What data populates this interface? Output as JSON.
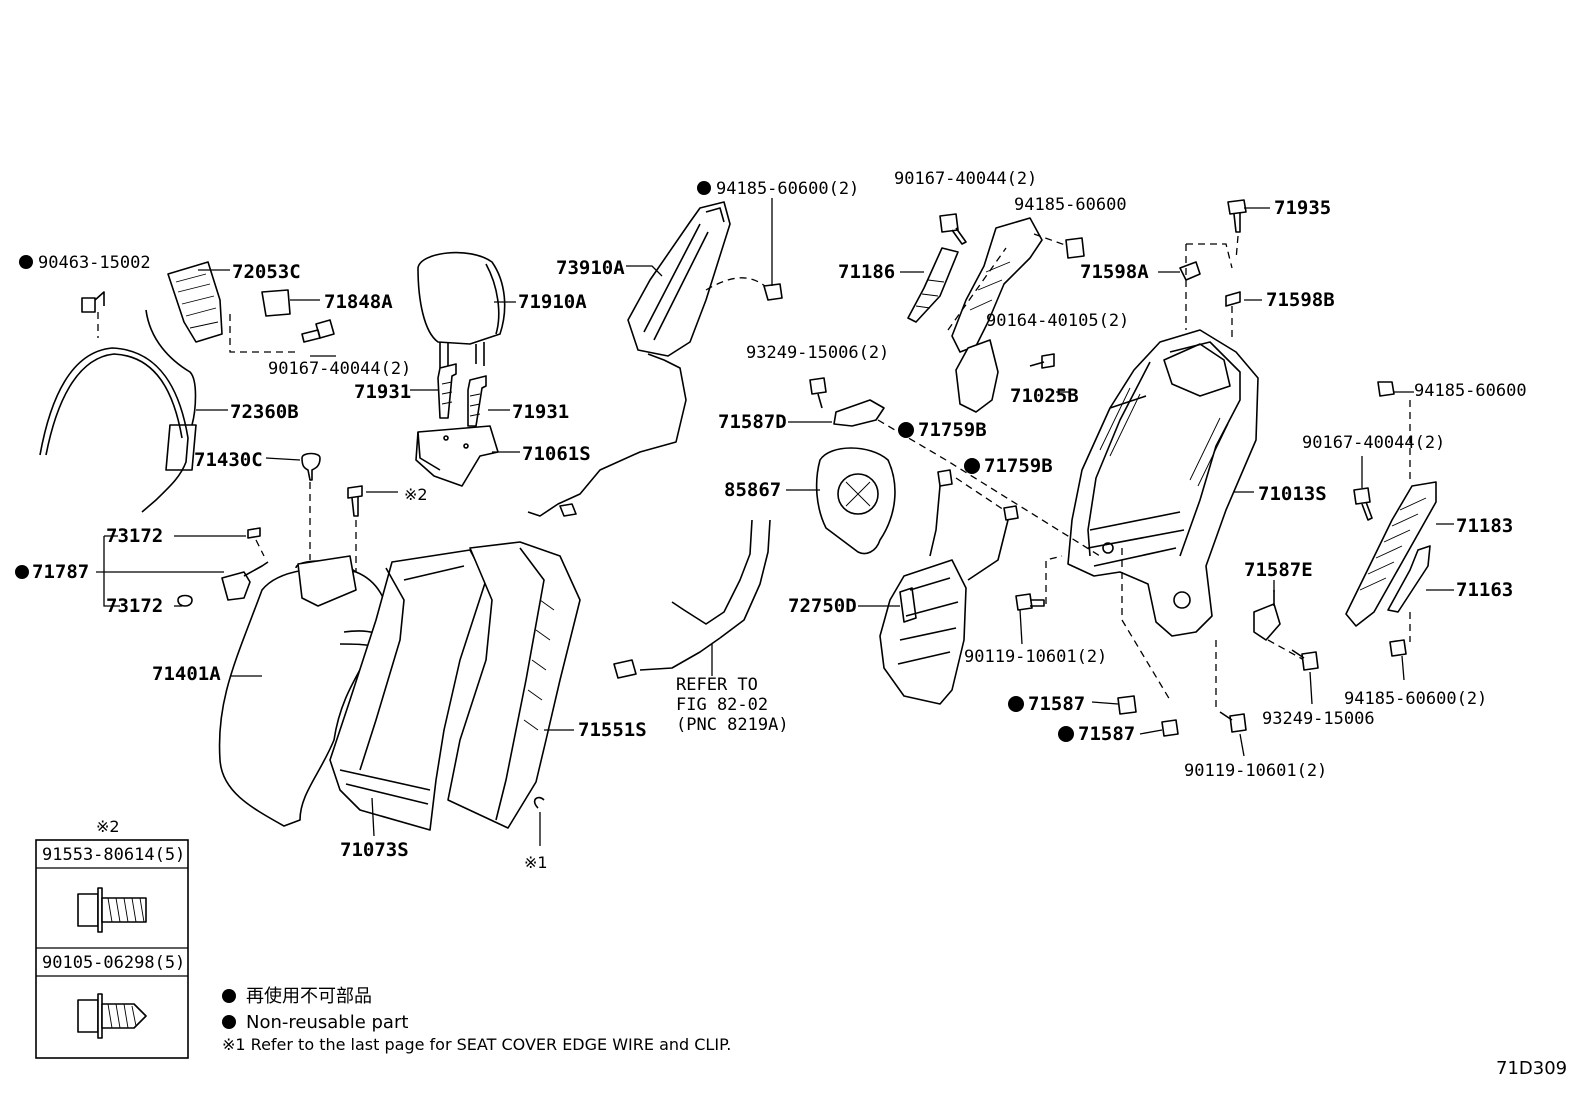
{
  "labels": {
    "p90463": "90463-15002",
    "p72053C": "72053C",
    "p71848A": "71848A",
    "p71910A": "71910A",
    "p90167_left": "90167-40044(2)",
    "p72360B": "72360B",
    "p71931_a": "71931",
    "p71931_b": "71931",
    "p71430C": "71430C",
    "p71061S": "71061S",
    "p73910A": "73910A",
    "p94185_top": "94185-60600(2)",
    "p90167_top": "90167-40044(2)",
    "p94185_mid": "94185-60600",
    "p71935": "71935",
    "p71186": "71186",
    "p71598A": "71598A",
    "p71598B": "71598B",
    "p90164": "90164-40105(2)",
    "p93249_a": "93249-15006(2)",
    "p71025B": "71025B",
    "p71587D": "71587D",
    "p71759B_a": "71759B",
    "p71759B_b": "71759B",
    "p85867": "85867",
    "p94185_right": "94185-60600",
    "p90167_right": "90167-40044(2)",
    "p71013S": "71013S",
    "p71183": "71183",
    "p73172_a": "73172",
    "p71787": "71787",
    "p73172_b": "73172",
    "p71401A": "71401A",
    "p71551S": "71551S",
    "p71073S": "71073S",
    "p72750D": "72750D",
    "p90119_a": "90119-10601(2)",
    "p71587E": "71587E",
    "p71163": "71163",
    "p71587_a": "71587",
    "p71587_b": "71587",
    "p93249_b": "93249-15006",
    "p94185_bot": "94185-60600(2)",
    "p90119_b": "90119-10601(2)",
    "refer": [
      "REFER TO",
      "FIG 82-02",
      "(PNC 8219A)"
    ],
    "mark2_bolt": "※2",
    "mark1_clip": "※1"
  },
  "legend_box": {
    "heading": "※2",
    "item1": "91553-80614(5)",
    "item2": "90105-06298(5)"
  },
  "notes": {
    "jp": "再使用不可部品",
    "en": "Non-reusable part",
    "ref": "※1 Refer to the last page for SEAT COVER EDGE WIRE and CLIP."
  },
  "figure_code": "71D309"
}
